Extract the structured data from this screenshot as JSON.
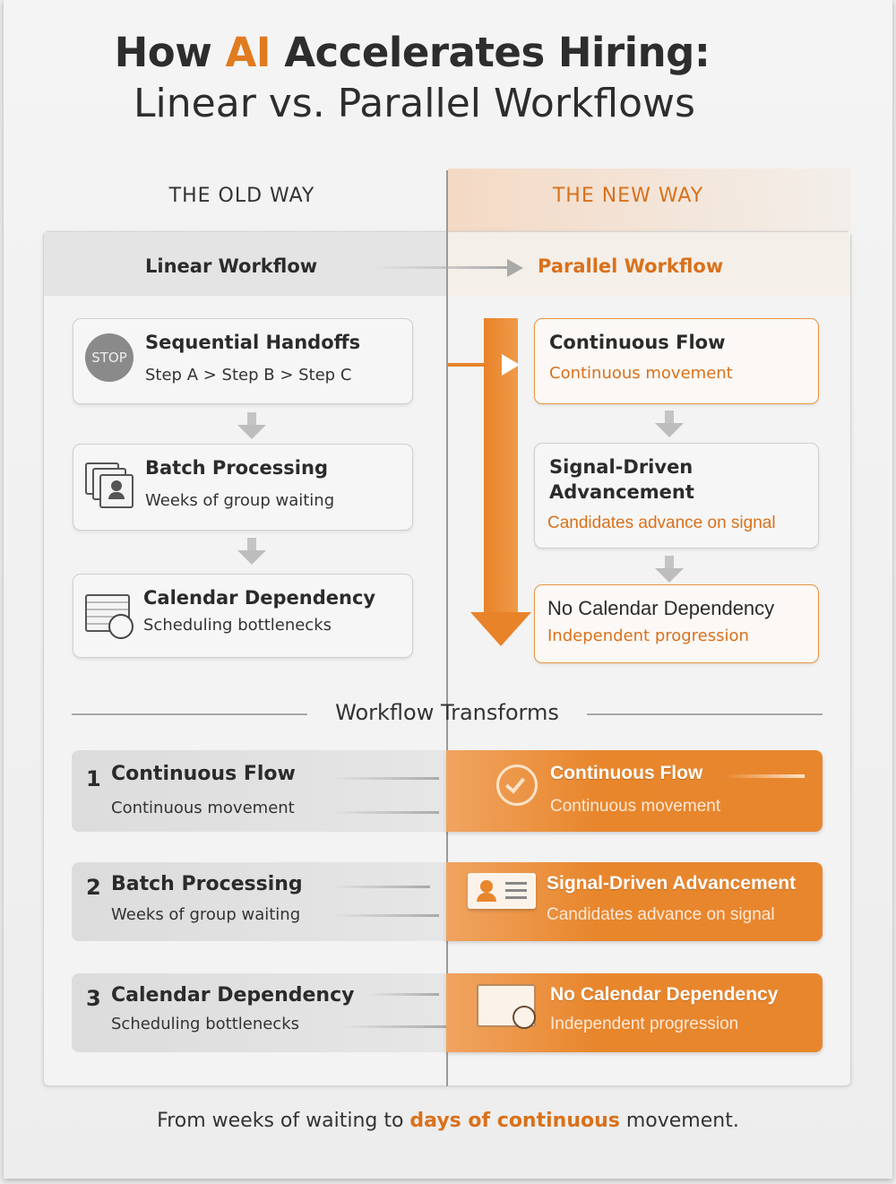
{
  "title": {
    "prefix": "How ",
    "highlight": "AI",
    "suffix": " Accelerates Hiring:",
    "subtitle": "Linear vs. Parallel Workflows"
  },
  "columns": {
    "old": "THE OLD WAY",
    "new": "THE NEW WAY"
  },
  "workflow": {
    "linear": "Linear Workflow",
    "parallel": "Parallel Workflow"
  },
  "old_cards": [
    {
      "title": "Sequential Handoffs",
      "subtitle": "Step A > Step B > Step C",
      "icon": "stop-sign-icon",
      "icon_text": "STOP"
    },
    {
      "title": "Batch Processing",
      "subtitle": "Weeks of group waiting",
      "icon": "stacked-profiles-icon"
    },
    {
      "title": "Calendar Dependency",
      "subtitle": "Scheduling bottlenecks",
      "icon": "calendar-clock-icon"
    }
  ],
  "new_cards": [
    {
      "title": "Continuous Flow",
      "subtitle": "Continuous movement"
    },
    {
      "title": "Signal-Driven Advancement",
      "subtitle": "Candidates advance on signal"
    },
    {
      "title": "No Calendar Dependency",
      "subtitle": "Independent progression"
    }
  ],
  "divider": "Workflow Transforms",
  "transforms": [
    {
      "num": "1",
      "old_title": "Continuous Flow",
      "old_sub": "Continuous movement",
      "new_title": "Continuous Flow",
      "new_sub": "Continuous movement",
      "icon": "cycle-check-icon"
    },
    {
      "num": "2",
      "old_title": "Batch Processing",
      "old_sub": "Weeks of group waiting",
      "new_title": "Signal-Driven Advancement",
      "new_sub": "Candidates advance on signal",
      "icon": "profile-card-icon"
    },
    {
      "num": "3",
      "old_title": "Calendar Dependency",
      "old_sub": "Scheduling bottlenecks",
      "new_title": "No Calendar Dependency",
      "new_sub": "Independent progression",
      "icon": "calendar-check-icon"
    }
  ],
  "footer": {
    "pre": "From weeks of waiting to ",
    "highlight": "days of continuous",
    "post": " movement."
  },
  "colors": {
    "accent": "#e8862c",
    "accent_text": "#d9711b",
    "gray": "#dcdcdc"
  }
}
